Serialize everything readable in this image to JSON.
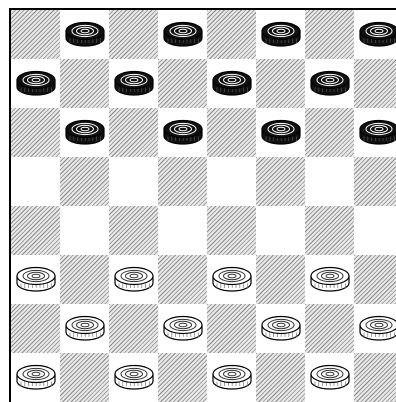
{
  "board": {
    "rows": 8,
    "cols": 8,
    "top_left_square": "dark",
    "colors": {
      "light_square": "#ffffff",
      "dark_square_hatch": "#8a8a8a",
      "border": "#000000"
    },
    "pieces": [
      [
        "",
        "black",
        "",
        "black",
        "",
        "black",
        "",
        "black"
      ],
      [
        "black",
        "",
        "black",
        "",
        "black",
        "",
        "black",
        ""
      ],
      [
        "",
        "black",
        "",
        "black",
        "",
        "black",
        "",
        "black"
      ],
      [
        "",
        "",
        "",
        "",
        "",
        "",
        "",
        ""
      ],
      [
        "",
        "",
        "",
        "",
        "",
        "",
        "",
        ""
      ],
      [
        "white",
        "",
        "white",
        "",
        "white",
        "",
        "white",
        ""
      ],
      [
        "",
        "white",
        "",
        "white",
        "",
        "white",
        "",
        "white"
      ],
      [
        "white",
        "",
        "white",
        "",
        "white",
        "",
        "white",
        ""
      ]
    ],
    "piece_icons": {
      "black": "black-checker-icon",
      "white": "white-checker-icon"
    }
  }
}
